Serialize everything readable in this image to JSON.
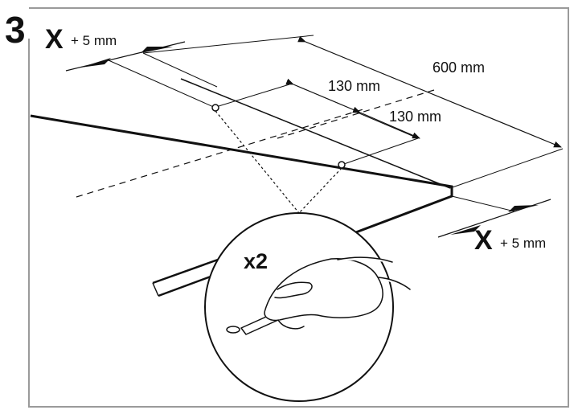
{
  "step": {
    "number": "3"
  },
  "dimensions": {
    "top_left_x": "X",
    "top_left_offset": "+ 5 mm",
    "depth": "600 mm",
    "upper_spacing": "130 mm",
    "lower_spacing": "130 mm",
    "bottom_right_x": "X",
    "bottom_right_offset": "+ 5 mm"
  },
  "marking": {
    "count": "x2"
  },
  "colors": {
    "line": "#111111",
    "frame": "#9a9a9a",
    "background": "#ffffff"
  }
}
